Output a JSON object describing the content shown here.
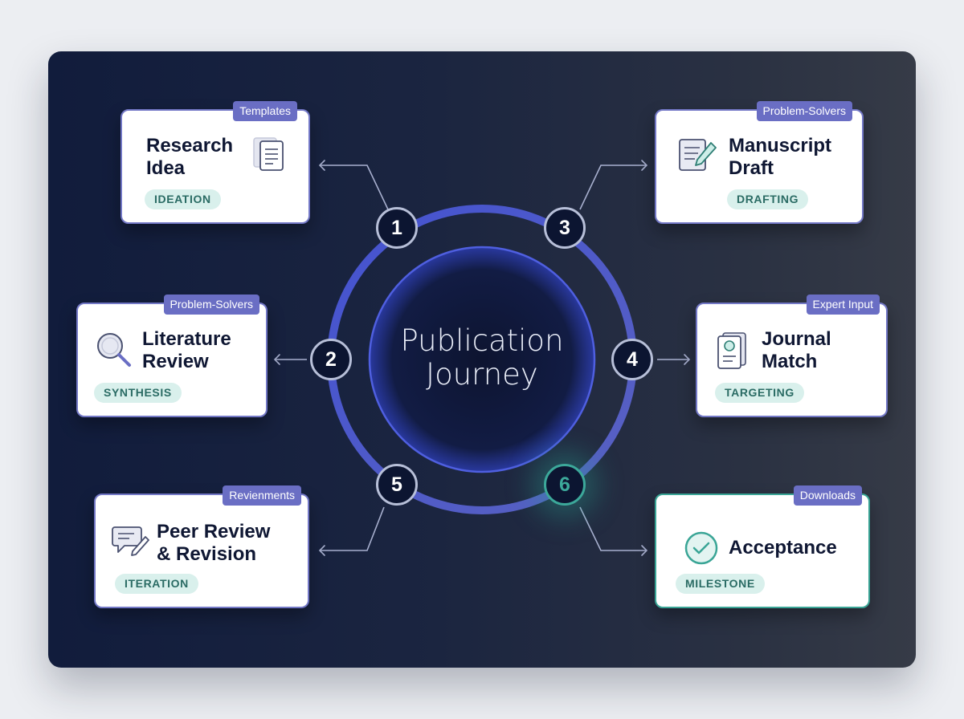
{
  "diagram": {
    "center_title": "Publication Journey",
    "steps": [
      {
        "number": "1",
        "title": "Research\nIdea",
        "badge": "Templates",
        "tag": "IDEATION",
        "icon": "document-stack-icon"
      },
      {
        "number": "2",
        "title": "Literature\nReview",
        "badge": "Problem-Solvers",
        "tag": "SYNTHESIS",
        "icon": "magnifier-icon"
      },
      {
        "number": "3",
        "title": "Manuscript\nDraft",
        "badge": "Problem-Solvers",
        "tag": "DRAFTING",
        "icon": "document-edit-icon"
      },
      {
        "number": "4",
        "title": "Journal\nMatch",
        "badge": "Expert Input",
        "tag": "TARGETING",
        "icon": "journal-icon"
      },
      {
        "number": "5",
        "title": "Peer Review\n& Revision",
        "badge": "Revienments",
        "tag": "ITERATION",
        "icon": "chat-edit-icon"
      },
      {
        "number": "6",
        "title": "Acceptance",
        "badge": "Downloads",
        "tag": "MILESTONE",
        "icon": "check-circle-icon"
      }
    ]
  },
  "colors": {
    "panel_dark": "#111c3c",
    "ring": "#4a57d6",
    "badge": "#6a6ec4",
    "tag_bg": "#d9f0ec",
    "accent": "#3ca89a"
  }
}
